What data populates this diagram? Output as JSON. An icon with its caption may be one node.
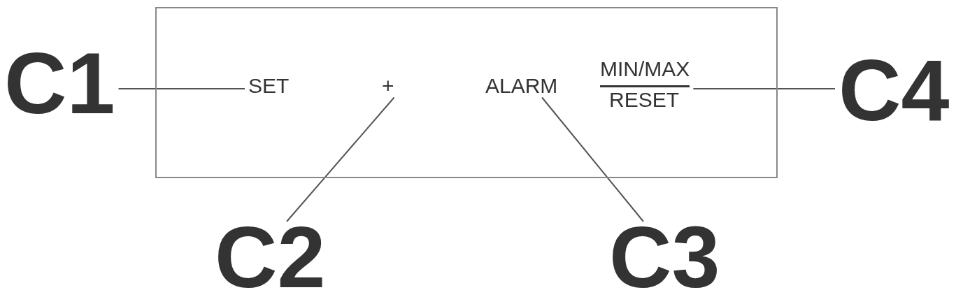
{
  "diagram": {
    "nodes": [
      {
        "text": [
          "C1"
        ]
      },
      {
        "text": [],
        "shape": "box"
      },
      {
        "text": [
          "SET"
        ],
        "in": 1
      },
      {
        "text": [
          "+"
        ],
        "in": 1
      },
      {
        "text": [
          "ALARM"
        ],
        "in": 1
      },
      {
        "text": [
          "MIN/MAX",
          "RESET"
        ],
        "in": 1
      },
      {
        "text": [
          "C4"
        ]
      },
      {
        "text": [
          "C2"
        ]
      },
      {
        "text": [
          "C3"
        ]
      }
    ],
    "edges": [
      {
        "from": 0,
        "to": 2,
        "arrow": "none"
      },
      {
        "from": 7,
        "to": 3,
        "arrow": "none"
      },
      {
        "from": 8,
        "to": 4,
        "arrow": "none"
      },
      {
        "from": 6,
        "to": 5,
        "arrow": "none"
      }
    ]
  }
}
